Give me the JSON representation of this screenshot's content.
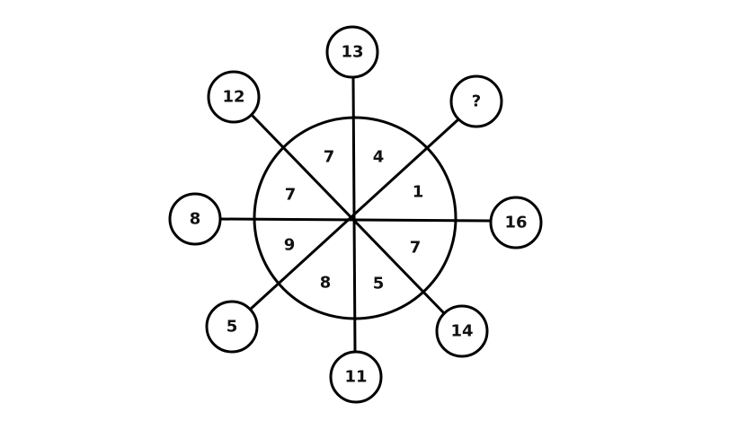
{
  "puzzle": {
    "outer_circles": {
      "top": "13",
      "top_right": "?",
      "right": "16",
      "bottom_right": "14",
      "bottom": "11",
      "bottom_left": "5",
      "left": "8",
      "top_left": "12"
    },
    "sectors": {
      "top_left_upper": "7",
      "top_right_upper": "4",
      "right_upper": "1",
      "right_lower": "7",
      "bottom_right": "5",
      "bottom_left": "8",
      "left_lower": "9",
      "left_upper": "7"
    }
  }
}
